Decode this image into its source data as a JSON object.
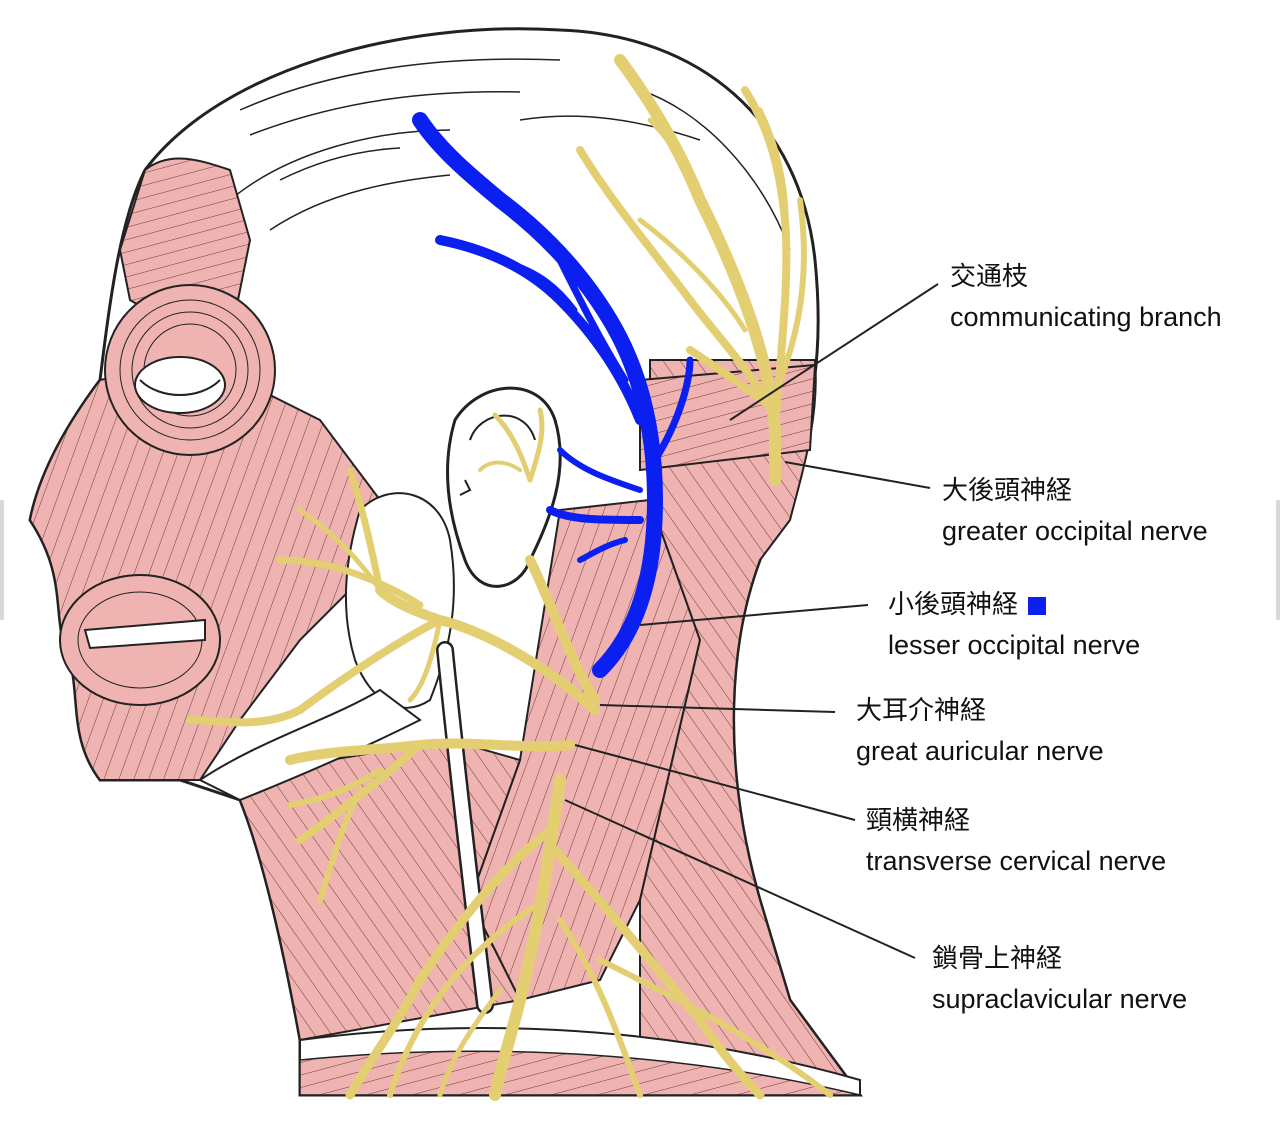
{
  "colors": {
    "muscle": "#efb3b1",
    "nerve_yellow": "#e3cf72",
    "nerve_blue": "#0a1ff0",
    "outline": "#222222"
  },
  "labels": [
    {
      "key": "communicating",
      "jp": "交通枝",
      "en": "communicating branch"
    },
    {
      "key": "greater_occipital",
      "jp": "大後頭神経",
      "en": "greater occipital nerve"
    },
    {
      "key": "lesser_occipital",
      "jp": "小後頭神経",
      "en": "lesser occipital nerve"
    },
    {
      "key": "great_auricular",
      "jp": "大耳介神経",
      "en": "great auricular nerve"
    },
    {
      "key": "transverse_cervical",
      "jp": "頸横神経",
      "en": "transverse cervical nerve"
    },
    {
      "key": "supraclavicular",
      "jp": "鎖骨上神経",
      "en": "supraclavicular nerve"
    }
  ]
}
